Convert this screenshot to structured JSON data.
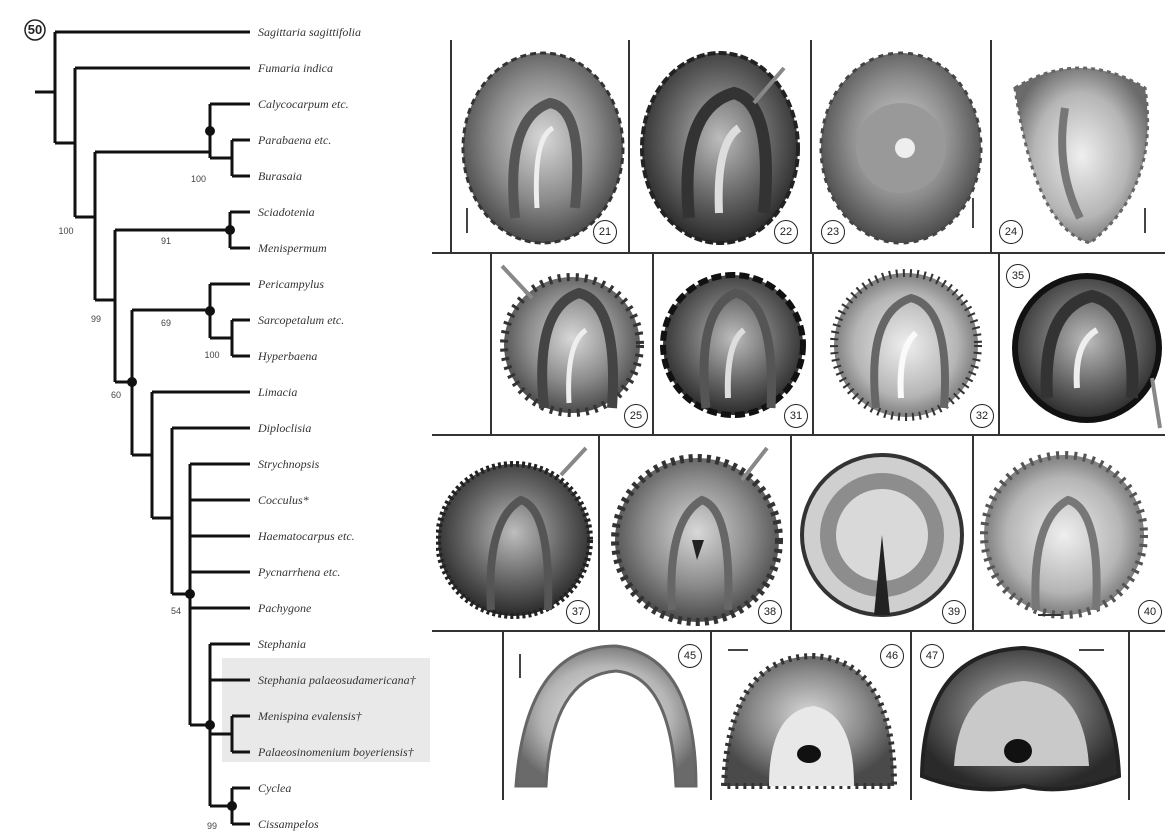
{
  "figure_label": "50",
  "taxa": [
    "Sagittaria sagittifolia",
    "Fumaria indica",
    "Calycocarpum etc.",
    "Parabaena etc.",
    "Burasaia",
    "Sciadotenia",
    "Menispermum",
    "Pericampylus",
    "Sarcopetalum etc.",
    "Hyperbaena",
    "Limacia",
    "Diploclisia",
    "Strychnopsis",
    "Cocculus*",
    "Haematocarpus etc.",
    "Pycnarrhena etc.",
    "Pachygone",
    "Stephania",
    "Stephania palaeosudamericana†",
    "Menispina evalensis†",
    "Palaeosinomenium boyeriensis†",
    "Cyclea",
    "Cissampelos"
  ],
  "support_values": [
    "100",
    "100",
    "91",
    "99",
    "69",
    "100",
    "60",
    "54",
    "99"
  ],
  "panels": [
    "21",
    "22",
    "23",
    "24",
    "25",
    "31",
    "32",
    "35",
    "37",
    "38",
    "39",
    "40",
    "45",
    "46",
    "47"
  ],
  "colors": {
    "branch": "#111111",
    "highlight": "#e9e9e9"
  }
}
